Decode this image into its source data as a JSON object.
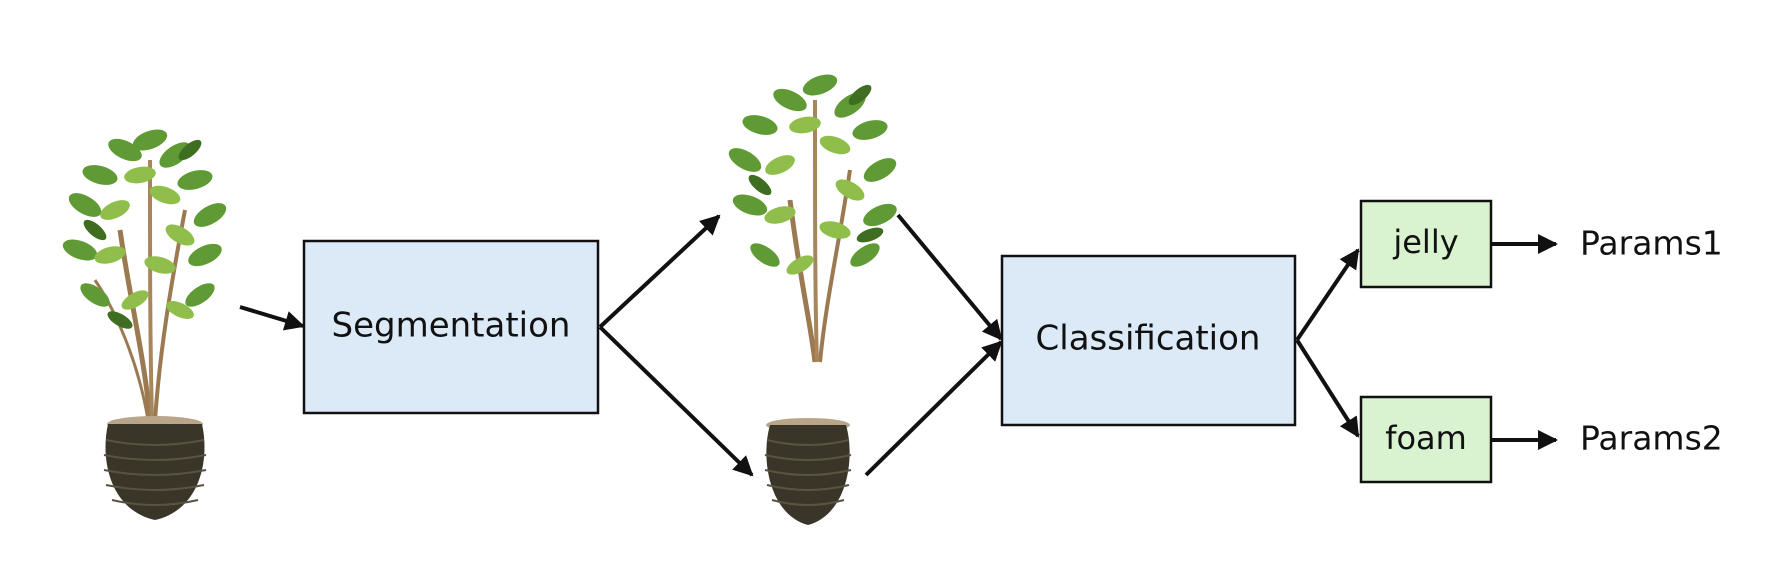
{
  "nodes": {
    "segmentation": "Segmentation",
    "classification": "Classification",
    "jelly": "jelly",
    "foam": "foam"
  },
  "outputs": {
    "params1": "Params1",
    "params2": "Params2"
  },
  "colors": {
    "process_box_fill": "#dce9f6",
    "material_box_fill": "#d9f2d0",
    "stroke": "#111111",
    "leaf_dark": "#4f7f2c",
    "leaf_light": "#8fbf4a",
    "trunk": "#9b7a52",
    "pot": "#3a3529"
  },
  "icons": {
    "full_plant": "potted-plant-icon",
    "segmented_plant": "plant-foliage-icon",
    "segmented_pot": "pot-icon"
  }
}
